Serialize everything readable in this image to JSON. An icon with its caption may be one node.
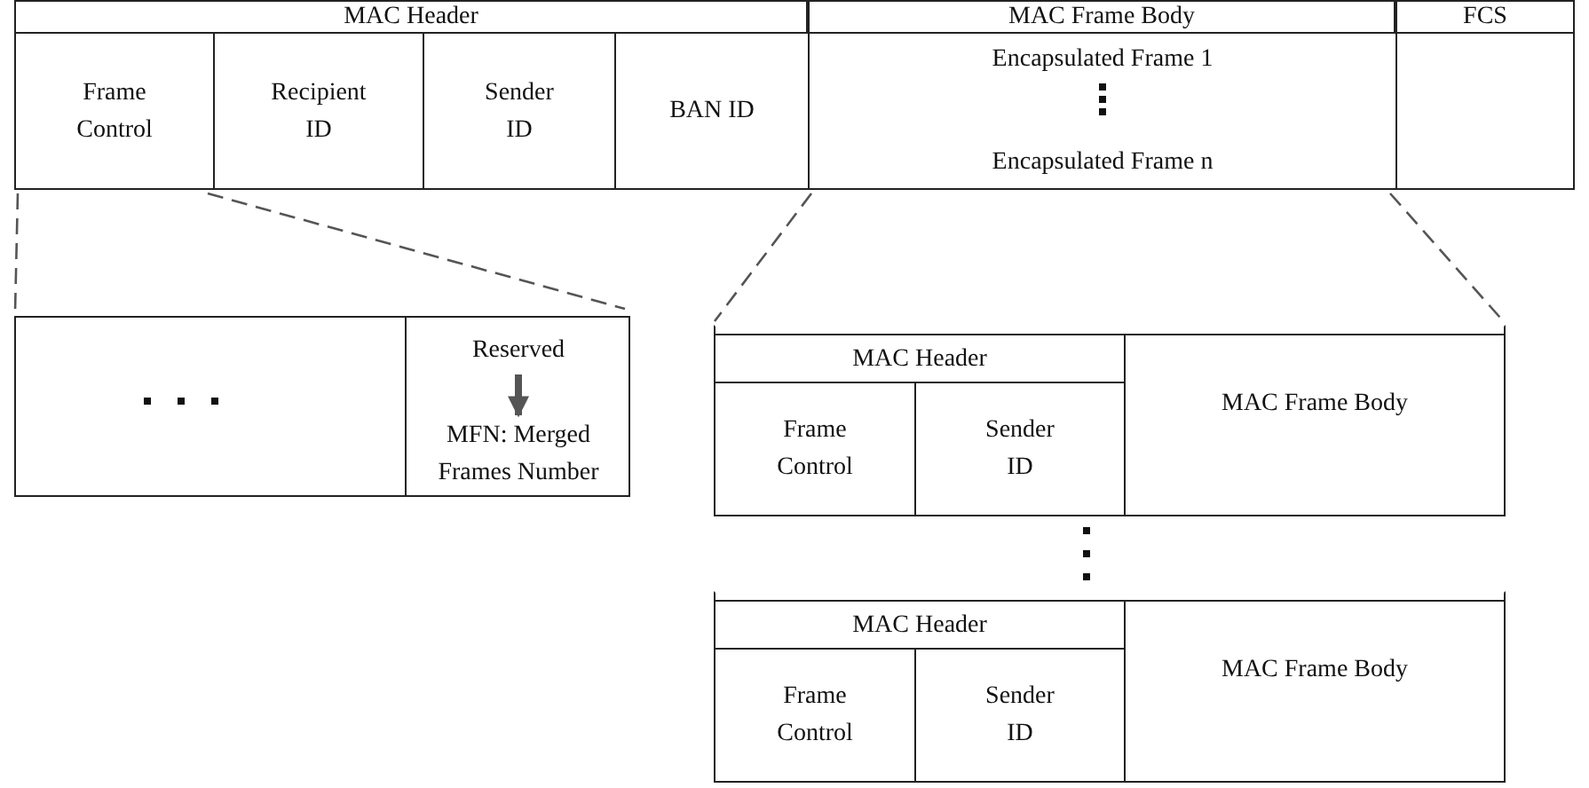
{
  "diagram": {
    "nodes": [
      {
        "text": [
          "MAC Header"
        ]
      },
      {
        "text": [
          "MAC Frame Body"
        ]
      },
      {
        "text": [
          "FCS"
        ]
      },
      {
        "text": [
          "Frame Control"
        ]
      },
      {
        "text": [
          "Recipient ID"
        ]
      },
      {
        "text": [
          "Sender ID"
        ]
      },
      {
        "text": [
          "BAN ID"
        ]
      },
      {
        "text": [
          "Encapsulated Frame 1",
          "Encapsulated Frame n"
        ]
      },
      {
        "text": [],
        "shape": "box"
      },
      {
        "text": [],
        "shape": "box"
      },
      {
        "text": [],
        "shape": "box",
        "in": 9
      },
      {
        "text": [
          "Reserved"
        ],
        "in": 9
      },
      {
        "text": [
          "MFN: Merged Frames Number"
        ],
        "in": 9
      },
      {
        "text": [],
        "shape": "box"
      },
      {
        "text": [
          "MAC Header"
        ],
        "in": 13
      },
      {
        "text": [
          "Frame Control"
        ],
        "in": 13
      },
      {
        "text": [
          "Sender ID"
        ],
        "in": 13
      },
      {
        "text": [
          "MAC Frame Body"
        ],
        "in": 13
      },
      {
        "text": [],
        "shape": "box"
      },
      {
        "text": [
          "MAC Header"
        ],
        "in": 18
      },
      {
        "text": [
          "Frame Control"
        ],
        "in": 18
      },
      {
        "text": [
          "Sender ID"
        ],
        "in": 18
      },
      {
        "text": [
          "MAC Frame Body"
        ],
        "in": 18
      }
    ],
    "edges": [
      {
        "from": 3,
        "to": 9,
        "arrow": "none",
        "style": "dashed"
      },
      {
        "from": 7,
        "to": 13,
        "arrow": "none",
        "style": "dashed"
      },
      {
        "from": 11,
        "to": 12,
        "arrow": "to",
        "style": "thick",
        "color": "#555555"
      }
    ]
  }
}
